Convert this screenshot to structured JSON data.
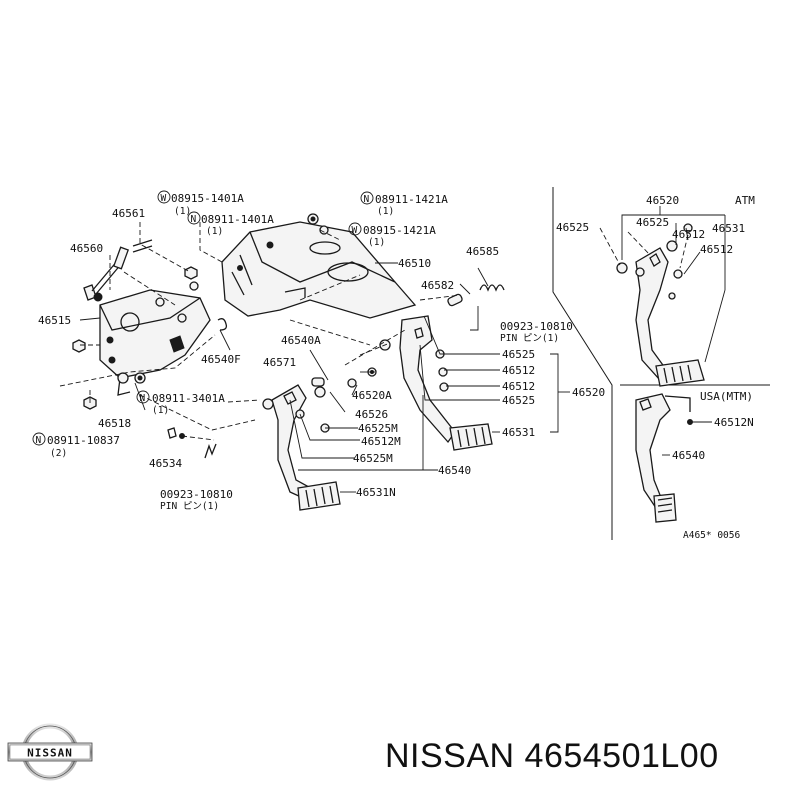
{
  "brand": "NISSAN",
  "caption": "NISSAN 4654501L00",
  "diagram_code": "A465* 0056",
  "variants": {
    "atm": "ATM",
    "usa_mtm": "USA(MTM)"
  },
  "labels": {
    "p46561": "46561",
    "p46560": "46560",
    "p46515": "46515",
    "p46540F": "46540F",
    "p46518": "46518",
    "p46534": "46534",
    "p46510": "46510",
    "p46585": "46585",
    "p46582": "46582",
    "p46540A": "46540A",
    "p46571": "46571",
    "p46520A": "46520A",
    "p46526": "46526",
    "p46525M": "46525M",
    "p46512M": "46512M",
    "p46525M_b": "46525M",
    "p46540": "46540",
    "p46531N": "46531N",
    "p46525_a": "46525",
    "p46512_a": "46512",
    "p46512_b": "46512",
    "p46525_b": "46525",
    "p46531": "46531",
    "p46520": "46520",
    "atm_46520": "46520",
    "atm_46525_left": "46525",
    "atm_46525": "46525",
    "atm_46512_a": "46512",
    "atm_46512_b": "46512",
    "atm_46531": "46531",
    "mtm_46512N": "46512N",
    "mtm_46540": "46540",
    "b08915_1401A": "08915-1401A",
    "b08915_1401A_q": "(1)",
    "b08911_1401A": "08911-1401A",
    "b08911_1401A_q": "(1)",
    "b08911_1421A": "08911-1421A",
    "b08911_1421A_q": "(1)",
    "b08915_1421A": "08915-1421A",
    "b08915_1421A_q": "(1)",
    "b08911_3401A": "08911-3401A",
    "b08911_3401A_q": "(1)",
    "b08911_10837": "08911-10837",
    "b08911_10837_q": "(2)",
    "pin_a": "00923-10810",
    "pin_a_desc": "PIN ピン(1)",
    "pin_b": "00923-10810",
    "pin_b_desc": "PIN ピン(1)"
  },
  "symbols": {
    "washer": "W",
    "nut": "N"
  }
}
